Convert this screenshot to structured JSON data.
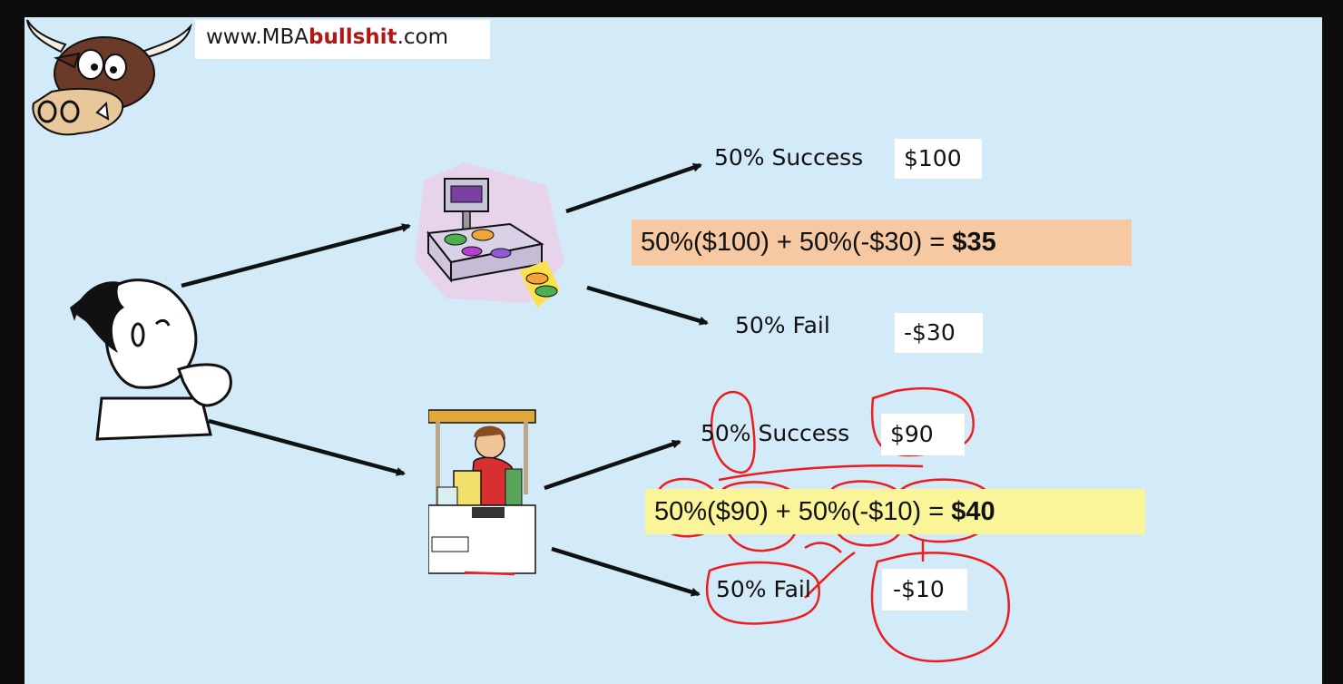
{
  "watermark": {
    "prefix": "www.MBA",
    "brand": "bullshit",
    "suffix": ".com"
  },
  "top_branch": {
    "success_label": "50% Success",
    "success_value": "$100",
    "fail_label": "50% Fail",
    "fail_value": "-$30",
    "formula_expr": "50%($100) + 50%(-$30) = ",
    "formula_result": "$35",
    "formula_color": "#f6c9a3"
  },
  "bottom_branch": {
    "success_label": "50% Success",
    "success_value": "$90",
    "fail_label": "50% Fail",
    "fail_value": "-$10",
    "formula_expr": "50%($90) + 50%(-$10) = ",
    "formula_result": "$40",
    "formula_color": "#fbf59a"
  },
  "colors": {
    "slide_background": "#d3eaf8",
    "annotation_red": "#ee1c1c"
  }
}
